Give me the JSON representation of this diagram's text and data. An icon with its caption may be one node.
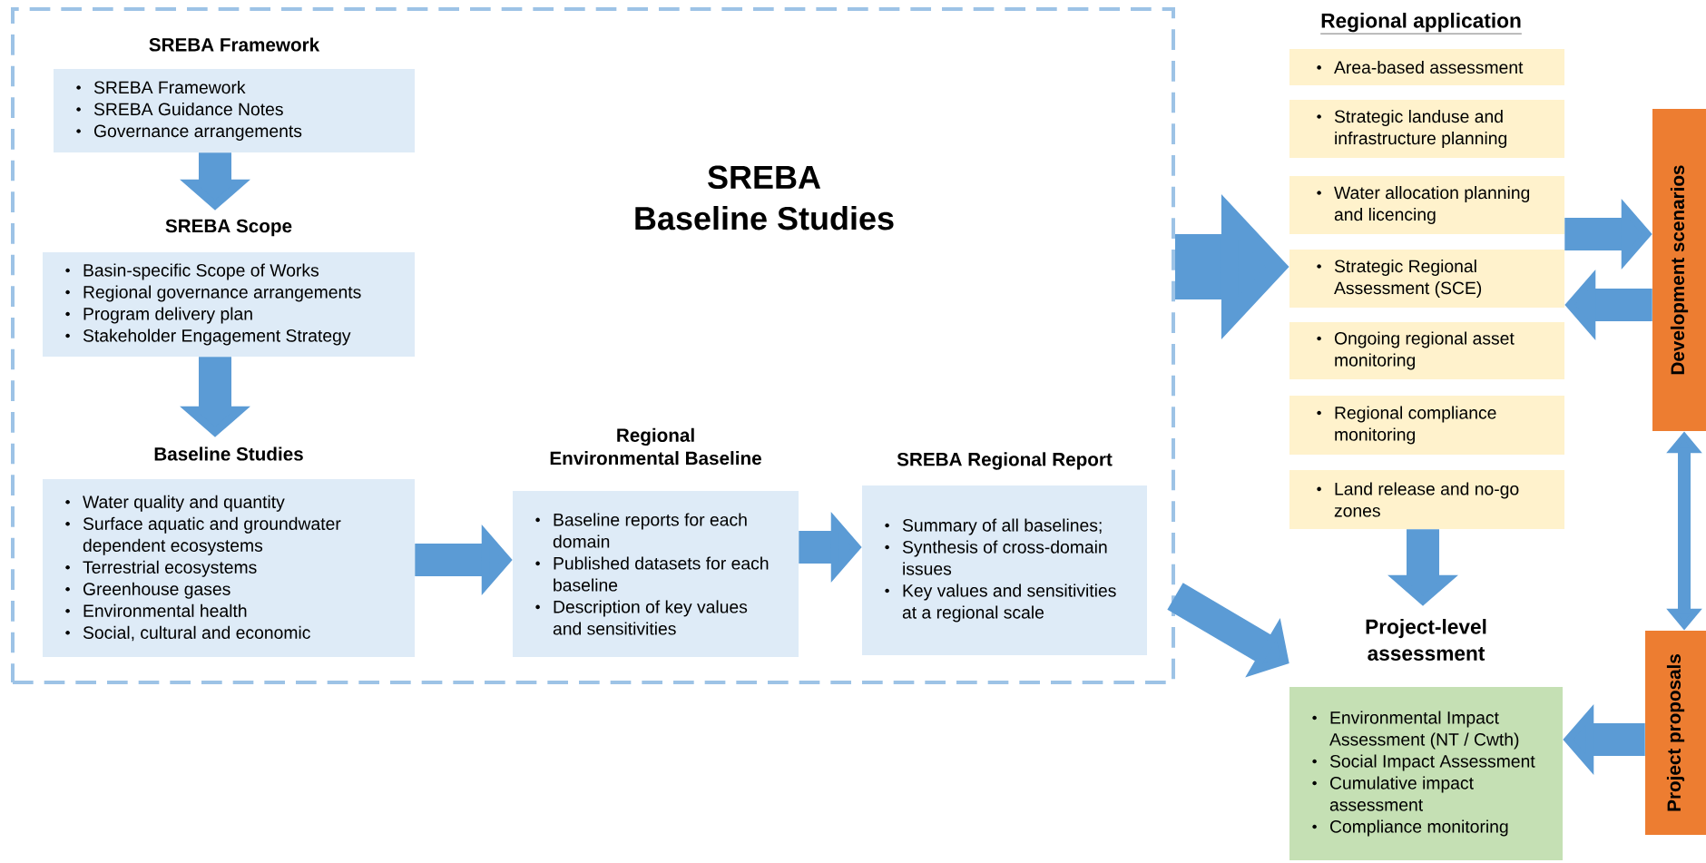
{
  "diagram": {
    "nodes": [
      {
        "text": [
          "SREBA Baseline Studies"
        ]
      },
      {
        "text": [
          "SREBA Framework",
          "SREBA Framework",
          "SREBA Guidance Notes",
          "Governance arrangements"
        ],
        "in": 0
      },
      {
        "text": [
          "SREBA Scope",
          "Basin-specific Scope of Works",
          "Regional governance arrangements",
          "Program delivery plan",
          "Stakeholder Engagement Strategy"
        ],
        "in": 0
      },
      {
        "text": [
          "Baseline Studies",
          "Water quality and quantity",
          "Surface aquatic and groundwater dependent ecosystems",
          "Terrestrial ecosystems",
          "Greenhouse gases",
          "Environmental health",
          "Social, cultural and economic"
        ],
        "in": 0
      },
      {
        "text": [
          "Regional Environmental Baseline",
          "Baseline reports for each domain",
          "Published datasets for each baseline",
          "Description of key values and sensitivities"
        ],
        "in": 0
      },
      {
        "text": [
          "SREBA Regional Report",
          "Summary of all baselines;",
          "Synthesis of cross-domain issues",
          "Key values and sensitivities at a regional scale"
        ],
        "in": 0
      },
      {
        "text": [
          "Area-based assessment"
        ]
      },
      {
        "text": [
          "Strategic landuse and infrastructure planning"
        ]
      },
      {
        "text": [
          "Water allocation planning and licencing"
        ]
      },
      {
        "text": [
          "Strategic Regional Assessment (SCE)"
        ]
      },
      {
        "text": [
          "Ongoing regional asset monitoring"
        ]
      },
      {
        "text": [
          "Regional compliance monitoring"
        ]
      },
      {
        "text": [
          "Land release and no-go zones"
        ]
      },
      {
        "text": [
          "Development scenarios"
        ]
      },
      {
        "text": [
          "Project-level assessment",
          "Environmental Impact Assessment (NT / Cwth)",
          "Social Impact Assessment",
          "Cumulative impact assessment",
          "Compliance monitoring"
        ]
      },
      {
        "text": [
          "Project proposals"
        ]
      }
    ],
    "edges": [
      {
        "from": 1,
        "to": 2,
        "arrow": "to"
      },
      {
        "from": 2,
        "to": 3,
        "arrow": "to"
      },
      {
        "from": 3,
        "to": 4,
        "arrow": "to"
      },
      {
        "from": 4,
        "to": 5,
        "arrow": "to"
      },
      {
        "from": 0,
        "to": 9,
        "arrow": "to",
        "style": "thick"
      },
      {
        "from": 0,
        "to": 14,
        "arrow": "to"
      },
      {
        "from": 12,
        "to": 14,
        "arrow": "to"
      },
      {
        "from": 8,
        "to": 13,
        "arrow": "to"
      },
      {
        "from": 13,
        "to": 9,
        "arrow": "to"
      },
      {
        "from": 13,
        "to": 15,
        "arrow": "both"
      },
      {
        "from": 15,
        "to": 14,
        "arrow": "to"
      }
    ],
    "labels": [
      "Regional application"
    ]
  }
}
